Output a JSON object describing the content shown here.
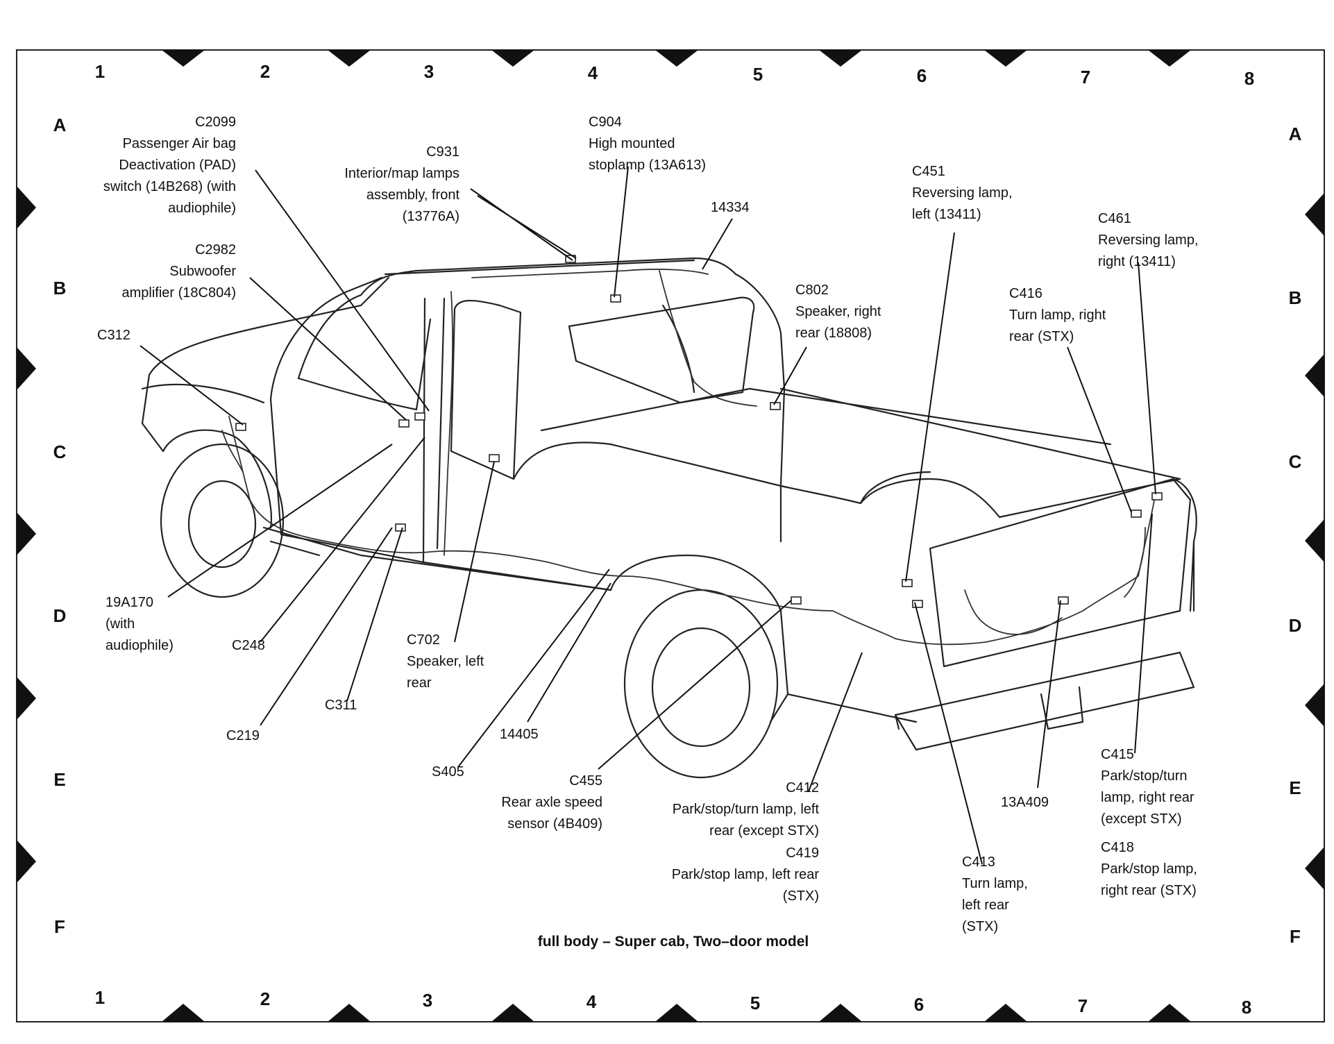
{
  "grid": {
    "columns": [
      "1",
      "2",
      "3",
      "4",
      "5",
      "6",
      "7",
      "8"
    ],
    "rows": [
      "A",
      "B",
      "C",
      "D",
      "E",
      "F"
    ]
  },
  "caption": "full body – Super cab, Two–door model",
  "callouts": {
    "c2099": [
      "C2099",
      "Passenger Air bag",
      "Deactivation (PAD)",
      "switch (14B268) (with",
      "audiophile)"
    ],
    "c2982": [
      "C2982",
      "Subwoofer",
      "amplifier (18C804)"
    ],
    "c312": [
      "C312"
    ],
    "c931": [
      "C931",
      "Interior/map lamps",
      "assembly, front",
      "(13776A)"
    ],
    "c904": [
      "C904",
      "High mounted",
      "stoplamp (13A613)"
    ],
    "n14334": [
      "14334"
    ],
    "c802": [
      "C802",
      "Speaker, right",
      "rear (18808)"
    ],
    "c451": [
      "C451",
      "Reversing lamp,",
      "left (13411)"
    ],
    "c461": [
      "C461",
      "Reversing lamp,",
      "right (13411)"
    ],
    "c416": [
      "C416",
      "Turn lamp, right",
      "rear (STX)"
    ],
    "n19a170": [
      "19A170",
      "(with",
      "audiophile)"
    ],
    "c248": [
      "C248"
    ],
    "c702": [
      "C702",
      "Speaker, left",
      "rear"
    ],
    "c311": [
      "C311"
    ],
    "c219": [
      "C219"
    ],
    "n14405": [
      "14405"
    ],
    "s405": [
      "S405"
    ],
    "c455": [
      "C455",
      "Rear axle speed",
      "sensor (4B409)"
    ],
    "c412": [
      "C412",
      "Park/stop/turn lamp, left",
      "rear (except STX)"
    ],
    "c419": [
      "C419",
      "Park/stop lamp, left rear",
      "(STX)"
    ],
    "c413": [
      "C413",
      "Turn lamp,",
      "left rear",
      "(STX)"
    ],
    "n13a409": [
      "13A409"
    ],
    "c415": [
      "C415",
      "Park/stop/turn",
      "lamp, right rear",
      "(except STX)"
    ],
    "c418": [
      "C418",
      "Park/stop lamp,",
      "right rear (STX)"
    ]
  }
}
